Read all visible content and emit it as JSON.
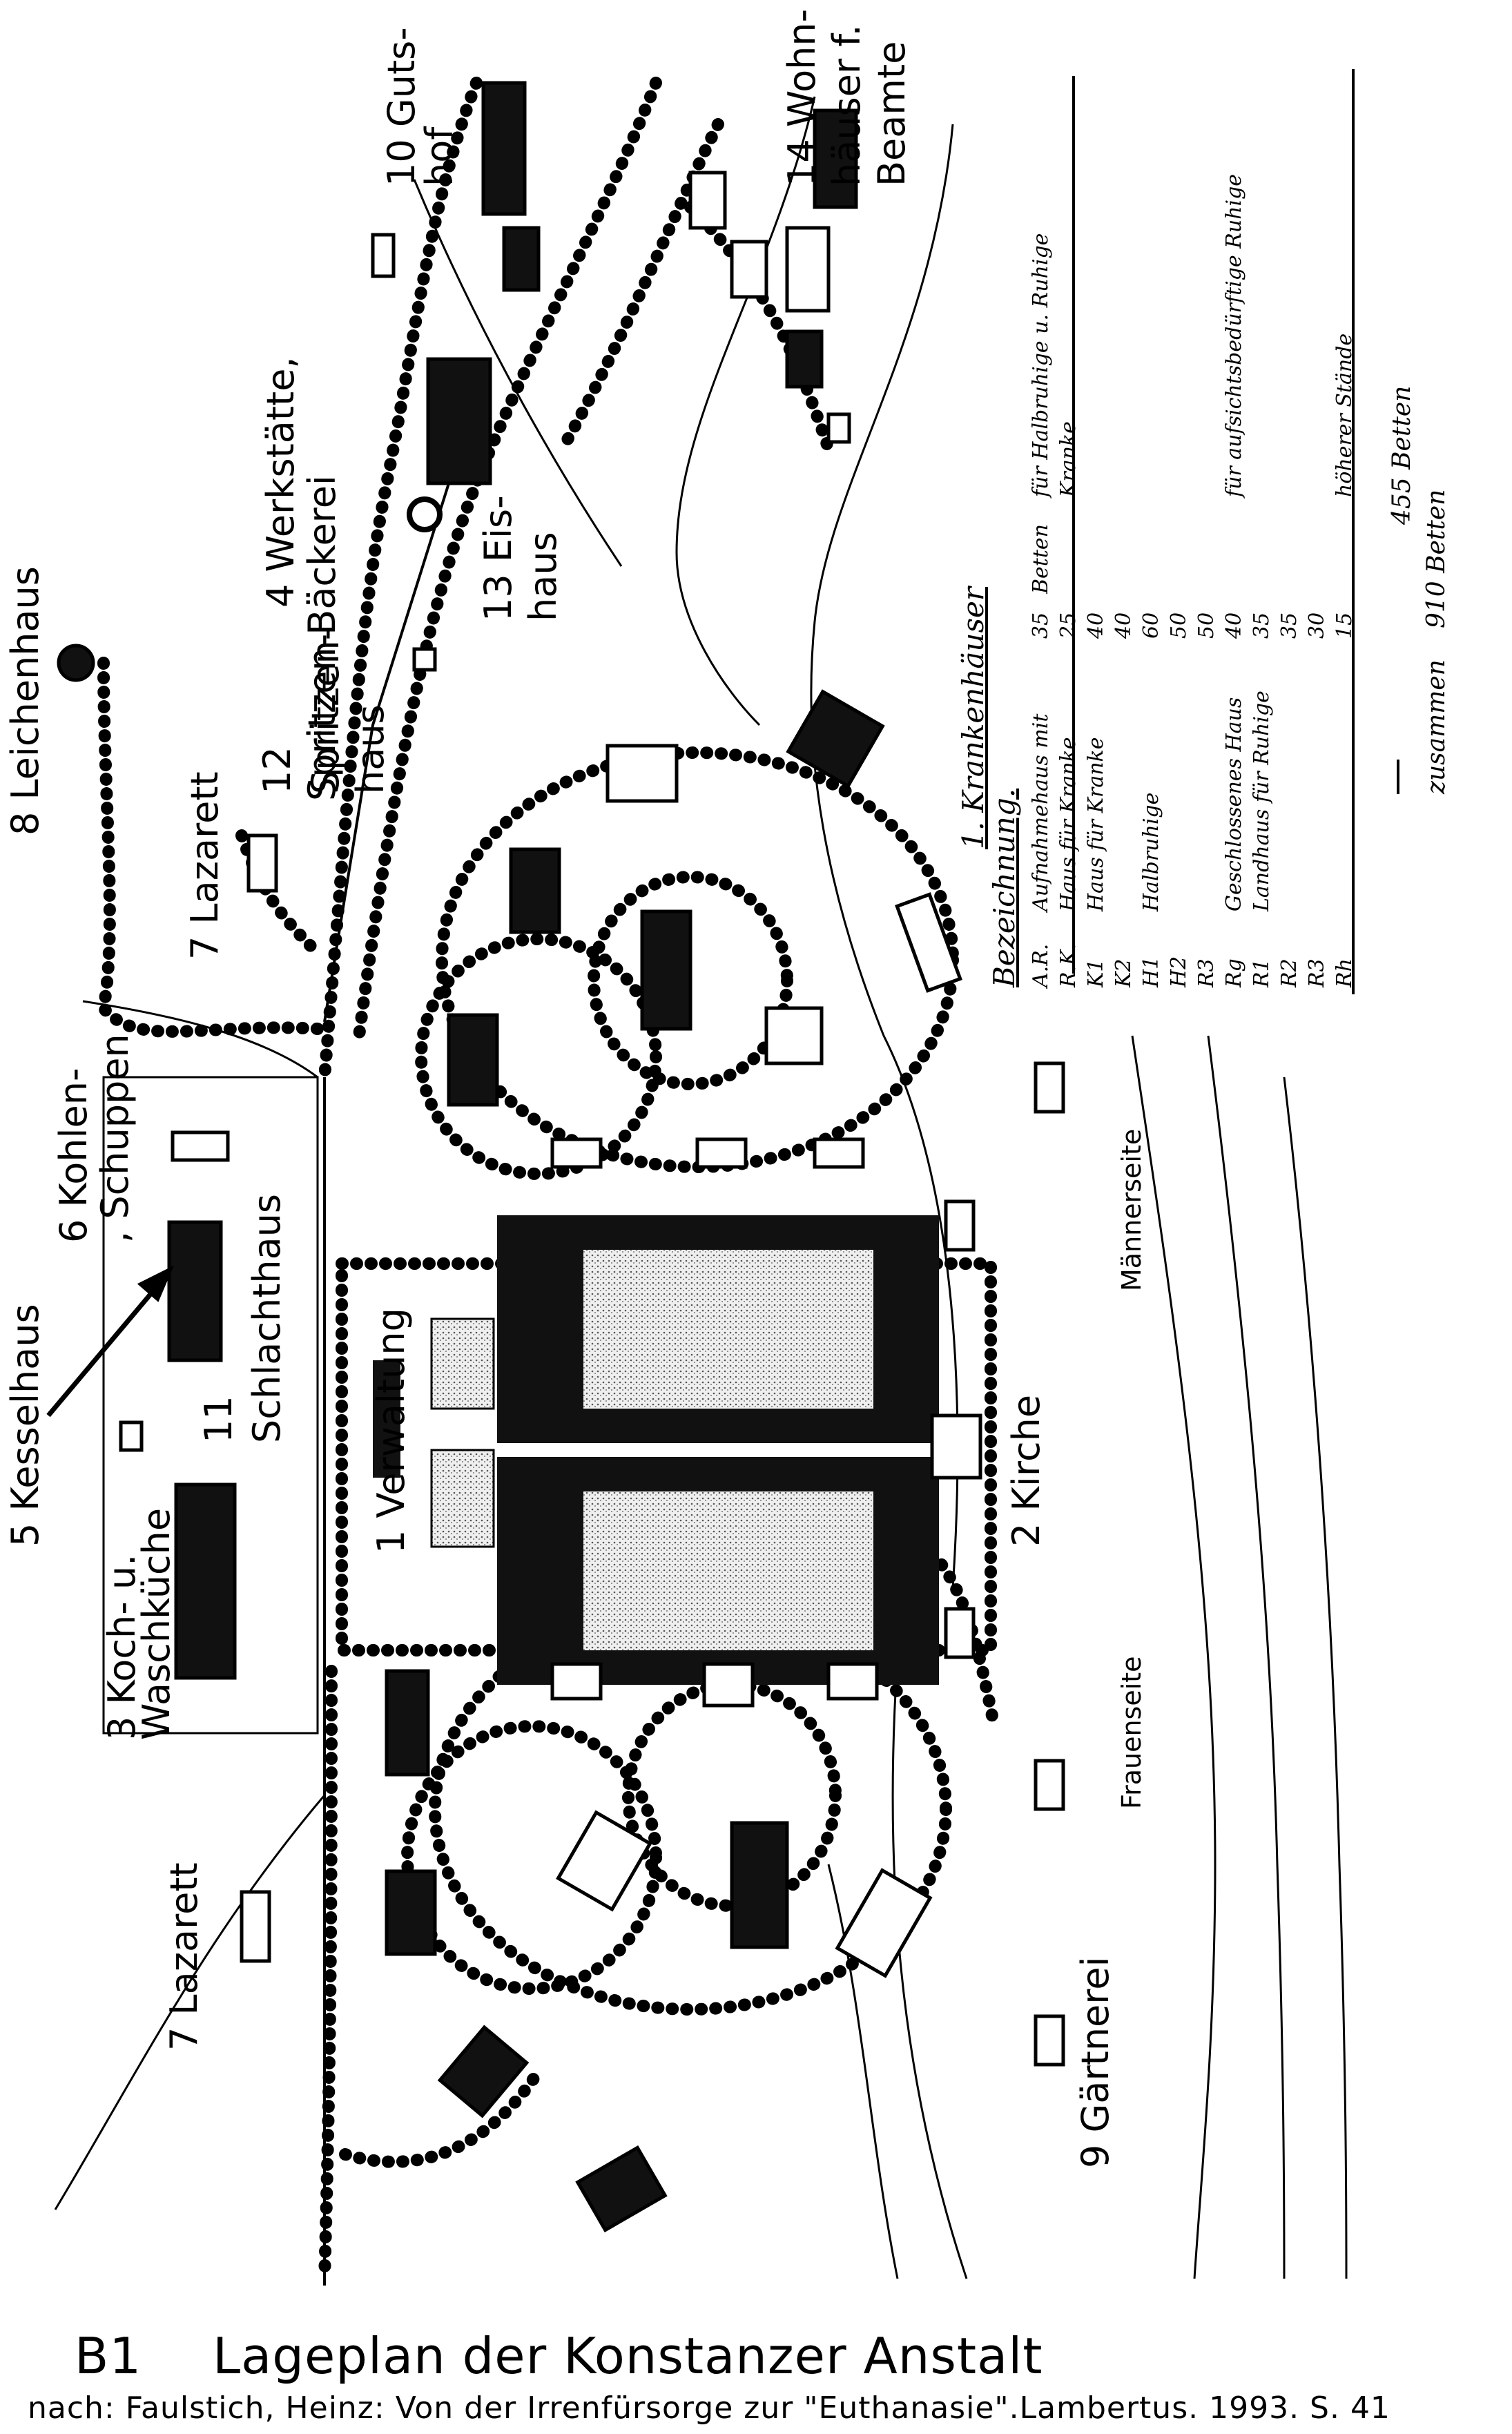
{
  "map": {
    "labels": {
      "verwaltung": "1 Verwaltung",
      "kirche": "2 Kirche",
      "kochkueche_1": "3 Koch- u.",
      "kochkueche_2": "Waschküche",
      "werkstaette_1": "4 Werkstätte,",
      "werkstaette_2": "Spritzen-Bäckerei",
      "kesselhaus": "5 Kesselhaus",
      "kohlen_1": "6 Kohlen-",
      "kohlen_2": ", Schuppen",
      "lazarett_top": "7 Lazarett",
      "lazarett_bottom": "7 Lazarett",
      "leichenhaus": "8 Leichenhaus",
      "gaertnerei": "9 Gärtnerei",
      "gutshof_1": "10 Guts-",
      "gutshof_2": "hof",
      "schlachthaus_1": "11",
      "schlachthaus_2": "Schlachthaus",
      "spritzenhaus_1": "12",
      "spritzenhaus_2": "Spritzen-",
      "spritzenhaus_3": "haus",
      "eishaus_1": "13 Eis-",
      "eishaus_2": "haus",
      "wohnhaeuser_1": "14 Wohn-",
      "wohnhaeuser_2": "häuser f.",
      "wohnhaeuser_3": "Beamte",
      "maennerseite": "Männerseite",
      "frauenseite": "Frauenseite"
    },
    "legend": {
      "title": "1. Krankenhäuser",
      "subtitle": "Bezeichnung.",
      "rows": [
        {
          "code": "A.R.",
          "desc": "Aufnahmehaus mit",
          "beds": "35",
          "unit": "Betten",
          "note": "für Halbruhige u. Ruhige"
        },
        {
          "code": "R.K.",
          "desc": "Haus für Kranke",
          "beds": "25",
          "unit": "",
          "note": "Kranke"
        },
        {
          "code": "K1",
          "desc": "Haus für Kranke",
          "beds": "40",
          "unit": "",
          "note": ""
        },
        {
          "code": "K2",
          "desc": "",
          "beds": "40",
          "unit": "",
          "note": ""
        },
        {
          "code": "H1",
          "desc": "Halbruhige",
          "beds": "60",
          "unit": "",
          "note": ""
        },
        {
          "code": "H2",
          "desc": "",
          "beds": "50",
          "unit": "",
          "note": ""
        },
        {
          "code": "R3",
          "desc": "",
          "beds": "50",
          "unit": "",
          "note": ""
        },
        {
          "code": "Rg",
          "desc": "Geschlossenes Haus",
          "beds": "40",
          "unit": "",
          "note": "für aufsichtsbedürftige Ruhige"
        },
        {
          "code": "R1",
          "desc": "Landhaus für Ruhige",
          "beds": "35",
          "unit": "",
          "note": ""
        },
        {
          "code": "R2",
          "desc": "",
          "beds": "35",
          "unit": "",
          "note": ""
        },
        {
          "code": "R3",
          "desc": "",
          "beds": "30",
          "unit": "",
          "note": ""
        },
        {
          "code": "Rh",
          "desc": "",
          "beds": "15",
          "unit": "",
          "note": "höherer Stände"
        }
      ],
      "total_1": "455 Betten",
      "total_2_word": "zusammen",
      "total_2": "910 Betten"
    }
  },
  "caption": {
    "code": "B1",
    "title": "Lageplan der Konstanzer Anstalt",
    "source": "nach: Faulstich, Heinz: Von der Irrenfürsorge zur \"Euthanasie\".Lambertus. 1993. S. 41"
  },
  "colors": {
    "ink": "#000000",
    "paper": "#ffffff",
    "courtyard": "#dcdcdc"
  }
}
